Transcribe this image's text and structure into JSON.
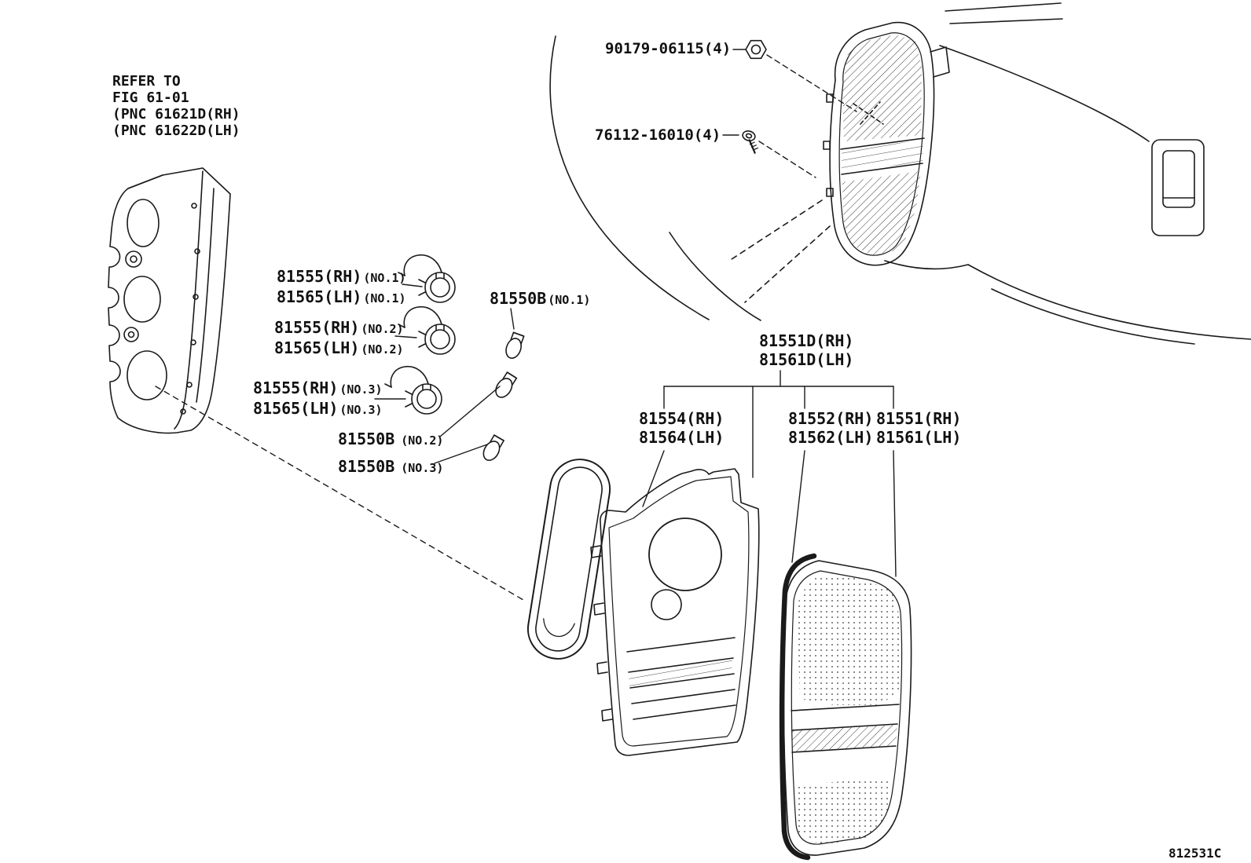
{
  "diagram": {
    "code": "812531C",
    "refer_note": [
      "REFER TO",
      "FIG 61-01",
      "(PNC 61621D(RH)",
      "(PNC 61622D(LH)"
    ],
    "fasteners": {
      "nut": "90179-06115(4)",
      "screw": "76112-16010(4)"
    },
    "sockets": [
      {
        "rh": "81555(RH)",
        "lh": "81565(LH)",
        "no": "(NO.1)"
      },
      {
        "rh": "81555(RH)",
        "lh": "81565(LH)",
        "no": "(NO.2)"
      },
      {
        "rh": "81555(RH)",
        "lh": "81565(LH)",
        "no": "(NO.3)"
      }
    ],
    "bulbs": [
      {
        "label": "81550B",
        "no": "(NO.1)"
      },
      {
        "label": "81550B",
        "no": "(NO.2)"
      },
      {
        "label": "81550B",
        "no": "(NO.3)"
      }
    ],
    "assembly": {
      "rh": "81551D(RH)",
      "lh": "81561D(LH)"
    },
    "components": [
      {
        "rh": "81554(RH)",
        "lh": "81564(LH)"
      },
      {
        "rh": "81552(RH)",
        "lh": "81562(LH)"
      },
      {
        "rh": "81551(RH)",
        "lh": "81561(LH)"
      }
    ],
    "line_color": "#1a1a1a"
  }
}
